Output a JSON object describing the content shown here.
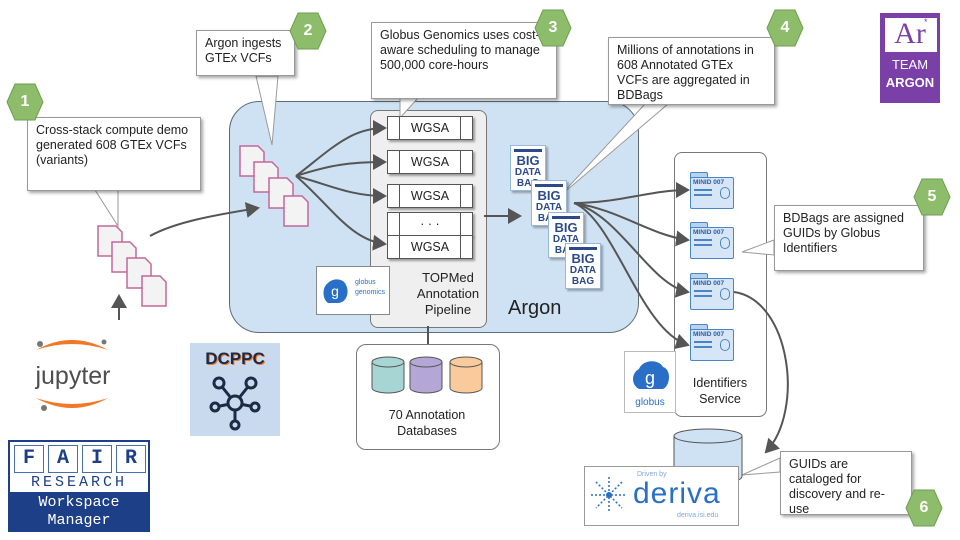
{
  "badges": [
    "1",
    "2",
    "3",
    "4",
    "5",
    "6"
  ],
  "callouts": {
    "c1": "Cross-stack compute demo generated 608 GTEx VCFs (variants)",
    "c2": "Argon ingests GTEx VCFs",
    "c3": "Globus Genomics uses cost-aware scheduling to manage 500,000 core-hours",
    "c4": "Millions of annotations in 608 Annotated GTEx VCFs are aggregated in BDBags",
    "c5": "BDBags are assigned GUIDs by Globus Identifiers",
    "c6": "GUIDs are cataloged for discovery and re-use"
  },
  "pipeline": {
    "rows": [
      "WGSA",
      "WGSA",
      "WGSA",
      "WGSA"
    ],
    "ellipsis": "· · ·",
    "label_line1": "TOPMed",
    "label_line2": "Annotation",
    "label_line3": "Pipeline"
  },
  "argon_label": "Argon",
  "databases": {
    "line1": "70 Annotation",
    "line2": "Databases"
  },
  "identifiers": {
    "line1": "Identifiers",
    "line2": "Service",
    "folder_text": "MINID 007"
  },
  "bdbag": {
    "line1": "BIG",
    "line2": "DATA",
    "line3": "BAG"
  },
  "logos": {
    "team_argon_ar": "Ar",
    "team_argon_l1": "TEAM",
    "team_argon_l2": "ARGON",
    "jupyter": "jupyter",
    "dcppc": "DCPPC",
    "fair_letters": [
      "F",
      "A",
      "I",
      "R"
    ],
    "fair_research": "RESEARCH",
    "fair_l1": "Workspace",
    "fair_l2": "Manager",
    "globus_genomics_l1": "globus",
    "globus_genomics_l2": "genomics",
    "globus": "globus",
    "deriva_driven": "Driven by",
    "deriva": "deriva",
    "deriva_url": "deriva.isi.edu"
  },
  "colors": {
    "badge_green": "#8dbd6a",
    "argon_blue": "#cfe2f3",
    "doc_pink": "#c2689a",
    "db_teal": "#a7d5d3",
    "db_purple": "#b4a7d6",
    "db_orange": "#f9cb9c",
    "team_argon_purple": "#7b3fa8",
    "deriva_blue": "#2a6fc7"
  },
  "icons": [
    "document-icon",
    "database-icon",
    "folder-icon",
    "fingerprint-icon",
    "globus-logo",
    "jupyter-logo",
    "network-icon"
  ]
}
